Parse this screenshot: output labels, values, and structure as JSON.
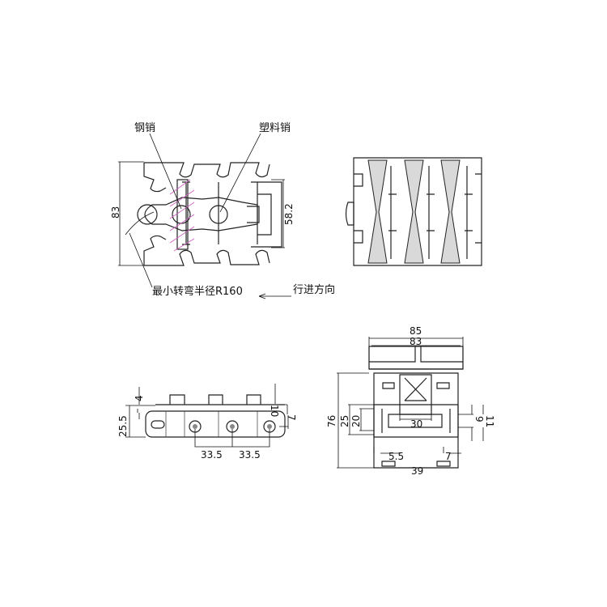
{
  "title": "链条技术图纸",
  "top_view": {
    "label_steel_pin": "钢销",
    "label_plastic_pin": "塑料销",
    "dim_height": "83",
    "dim_inner": "58.2",
    "label_min_radius": "最小转弯半径R160",
    "label_direction": "行进方向"
  },
  "side_view": {
    "dim_4": "4",
    "dim_25_5": "25.5",
    "dim_10": "10",
    "dim_7": "7",
    "dim_pitch_1": "33.5",
    "dim_pitch_2": "33.5"
  },
  "profile_view": {
    "dim_85": "85",
    "dim_83": "83",
    "dim_76": "76",
    "dim_25": "25",
    "dim_20": "20",
    "dim_30": "30",
    "dim_9": "9",
    "dim_11": "11",
    "dim_5_5": "5.5",
    "dim_7": "7",
    "dim_39": "39"
  }
}
